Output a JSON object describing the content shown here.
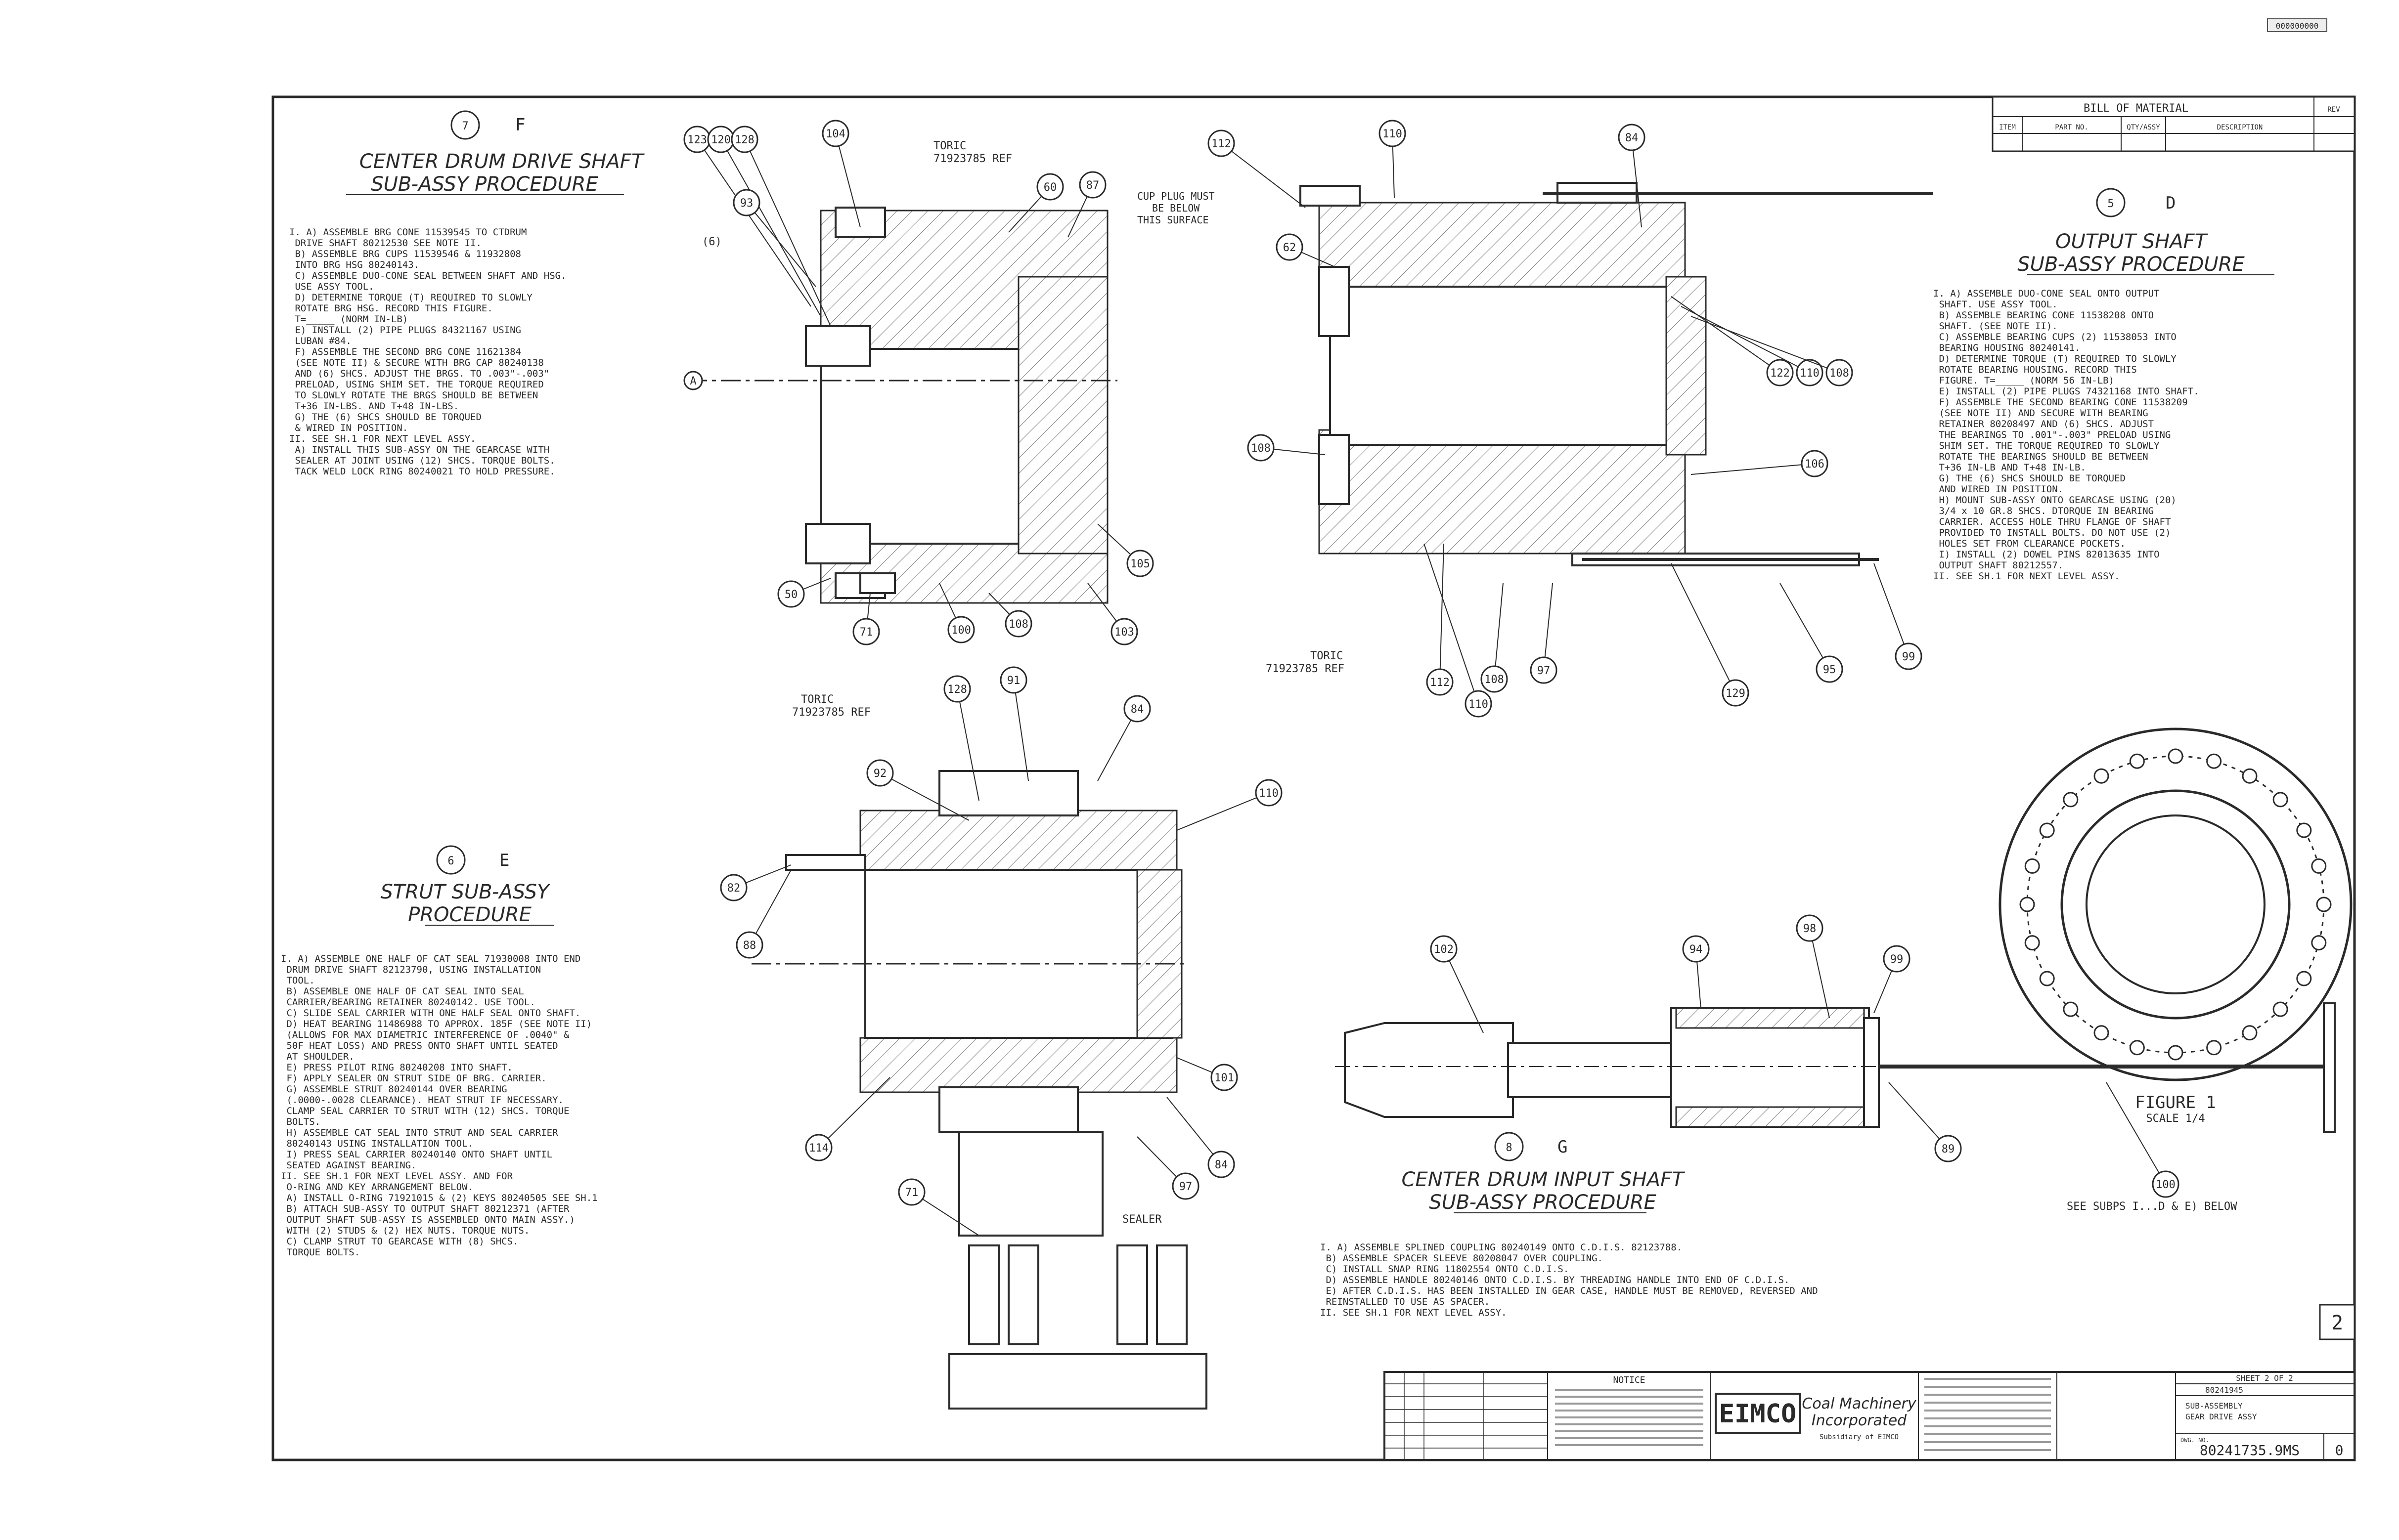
{
  "doc": {
    "corner_stamp": "000000000",
    "sheet_marker": "2"
  },
  "views": {
    "f": {
      "item": "7",
      "letter": "F",
      "title1": "CENTER DRUM DRIVE SHAFT",
      "title2": "SUB-ASSY PROCEDURE",
      "steps": [
        "I. A) ASSEMBLE BRG CONE 11539545 TO CTDRUM",
        "      DRIVE SHAFT 80212530 SEE NOTE II.",
        "   B) ASSEMBLE BRG CUPS 11539546 & 11932808",
        "      INTO BRG HSG 80240143.",
        "   C) ASSEMBLE DUO-CONE SEAL BETWEEN SHAFT AND HSG.",
        "      USE ASSY TOOL.",
        "   D) DETERMINE TORQUE (T) REQUIRED TO SLOWLY",
        "      ROTATE BRG HSG. RECORD THIS FIGURE.",
        "      T=_____ (NORM  IN-LB)",
        "   E) INSTALL (2) PIPE PLUGS 84321167 USING",
        "      LUBAN #84.",
        "   F) ASSEMBLE THE SECOND BRG CONE 11621384",
        "      (SEE NOTE II) & SECURE WITH BRG CAP 80240138",
        "      AND (6) SHCS. ADJUST THE BRGS. TO .003\"-.003\"",
        "      PRELOAD, USING SHIM SET. THE TORQUE REQUIRED",
        "      TO SLOWLY ROTATE THE BRGS SHOULD BE BETWEEN",
        "      T+36 IN-LBS. AND T+48 IN-LBS.",
        "   G) THE (6) SHCS SHOULD BE TORQUED",
        "      & WIRED IN POSITION.",
        "II.   SEE SH.1 FOR NEXT LEVEL ASSY.",
        "   A) INSTALL THIS SUB-ASSY ON THE GEARCASE WITH",
        "      SEALER AT JOINT USING (12) SHCS. TORQUE BOLTS.",
        "      TACK WELD LOCK RING 80240021 TO HOLD PRESSURE."
      ],
      "note_toric": "TORIC",
      "note_toric_pn": "71923785 REF",
      "label_side": "(6)",
      "callouts": [
        "123",
        "120",
        "128",
        "104",
        "60",
        "93",
        "87",
        "50",
        "71",
        "100",
        "108",
        "103",
        "105",
        "A"
      ]
    },
    "d": {
      "item": "5",
      "letter": "D",
      "title1": "OUTPUT SHAFT",
      "title2": "SUB-ASSY PROCEDURE",
      "steps": [
        "I. A) ASSEMBLE DUO-CONE SEAL ONTO OUTPUT",
        "      SHAFT. USE ASSY TOOL.",
        "   B) ASSEMBLE BEARING CONE 11538208 ONTO",
        "      SHAFT. (SEE NOTE II).",
        "   C) ASSEMBLE BEARING CUPS (2) 11538053 INTO",
        "      BEARING HOUSING 80240141.",
        "   D) DETERMINE TORQUE (T) REQUIRED TO SLOWLY",
        "      ROTATE BEARING HOUSING. RECORD THIS",
        "      FIGURE. T=_____ (NORM 56 IN-LB)",
        "   E) INSTALL (2) PIPE PLUGS 74321168 INTO SHAFT.",
        "   F) ASSEMBLE THE SECOND BEARING CONE 11538209",
        "      (SEE NOTE II) AND SECURE WITH BEARING",
        "      RETAINER 80208497 AND (6) SHCS. ADJUST",
        "      THE BEARINGS TO .001\"-.003\" PRELOAD USING",
        "      SHIM SET. THE TORQUE REQUIRED TO SLOWLY",
        "      ROTATE THE BEARINGS SHOULD BE BETWEEN",
        "      T+36 IN-LB AND T+48 IN-LB.",
        "   G) THE (6) SHCS SHOULD BE TORQUED",
        "      AND WIRED IN POSITION.",
        "   H) MOUNT SUB-ASSY ONTO GEARCASE USING (20)",
        "      3/4 x 10 GR.8 SHCS. DTORQUE IN BEARING",
        "      CARRIER. ACCESS HOLE THRU FLANGE OF SHAFT",
        "      PROVIDED TO INSTALL BOLTS. DO NOT USE (2)",
        "      HOLES SET FROM CLEARANCE POCKETS.",
        "   I) INSTALL (2) DOWEL PINS 82013635 INTO",
        "      OUTPUT SHAFT 80212557.",
        "II.   SEE SH.1 FOR NEXT LEVEL ASSY."
      ],
      "note_top": "CUP PLUG MUST",
      "note_top2": "BE BELOW",
      "note_top3": "THIS SURFACE",
      "note_toric": "TORIC",
      "note_toric_pn": "71923785 REF",
      "callouts": [
        "112",
        "110",
        "84",
        "108",
        "122",
        "110",
        "108",
        "106",
        "62",
        "97",
        "108",
        "110",
        "112",
        "129",
        "95",
        "99"
      ]
    },
    "e": {
      "item": "6",
      "letter": "E",
      "title1": "STRUT SUB-ASSY",
      "title2": "PROCEDURE",
      "steps": [
        "I. A) ASSEMBLE ONE HALF OF CAT SEAL 71930008 INTO END",
        "      DRUM DRIVE SHAFT 82123790, USING INSTALLATION",
        "      TOOL.",
        "   B) ASSEMBLE ONE HALF OF CAT SEAL INTO SEAL",
        "      CARRIER/BEARING RETAINER 80240142. USE TOOL.",
        "   C) SLIDE SEAL CARRIER WITH ONE HALF SEAL ONTO SHAFT.",
        "   D) HEAT BEARING 11486988 TO APPROX. 185F (SEE NOTE II)",
        "      (ALLOWS FOR MAX DIAMETRIC INTERFERENCE OF .0040\" &",
        "      50F HEAT LOSS) AND PRESS ONTO SHAFT UNTIL SEATED",
        "      AT SHOULDER.",
        "   E) PRESS PILOT RING 80240208 INTO SHAFT.",
        "   F) APPLY SEALER ON STRUT SIDE OF BRG. CARRIER.",
        "   G) ASSEMBLE STRUT 80240144 OVER BEARING",
        "      (.0000-.0028 CLEARANCE). HEAT STRUT IF NECESSARY.",
        "      CLAMP SEAL CARRIER TO STRUT WITH (12) SHCS. TORQUE",
        "      BOLTS.",
        "   H) ASSEMBLE CAT SEAL INTO STRUT AND SEAL CARRIER",
        "      80240143 USING INSTALLATION TOOL.",
        "   I) PRESS SEAL CARRIER 80240140 ONTO SHAFT UNTIL",
        "      SEATED AGAINST BEARING.",
        "II.   SEE SH.1 FOR NEXT LEVEL ASSY. AND FOR",
        "      O-RING AND KEY ARRANGEMENT BELOW.",
        "   A) INSTALL O-RING 71921015 & (2) KEYS 80240505 SEE SH.1",
        "   B) ATTACH SUB-ASSY TO OUTPUT SHAFT 80212371 (AFTER",
        "      OUTPUT SHAFT SUB-ASSY IS ASSEMBLED ONTO MAIN ASSY.)",
        "      WITH (2) STUDS & (2) HEX NUTS. TORQUE NUTS.",
        "   C) CLAMP STRUT TO GEARCASE WITH (8) SHCS.",
        "      TORQUE BOLTS."
      ],
      "note_toric": "TORIC",
      "note_toric_pn": "71923785 REF",
      "note_sealer": "SEALER",
      "callouts": [
        "82",
        "88",
        "110",
        "92",
        "128",
        "91",
        "84",
        "114",
        "101",
        "84",
        "97",
        "71"
      ]
    },
    "g": {
      "item": "8",
      "letter": "G",
      "title1": "CENTER DRUM INPUT SHAFT",
      "title2": "SUB-ASSY PROCEDURE",
      "steps": [
        "I. A) ASSEMBLE SPLINED COUPLING 80240149 ONTO C.D.I.S. 82123788.",
        "   B) ASSEMBLE SPACER SLEEVE 80208047 OVER COUPLING.",
        "   C) INSTALL SNAP RING 11802554 ONTO C.D.I.S.",
        "   D) ASSEMBLE HANDLE 80240146 ONTO C.D.I.S. BY THREADING HANDLE INTO END OF C.D.I.S.",
        "   E) AFTER C.D.I.S. HAS BEEN INSTALLED IN GEAR CASE, HANDLE MUST BE REMOVED, REVERSED AND",
        "      REINSTALLED TO USE AS SPACER.",
        "II.   SEE SH.1 FOR NEXT LEVEL ASSY."
      ],
      "figure_title": "FIGURE 1",
      "figure_scale": "SCALE  1/4",
      "see_note": "SEE SUBPS I...D & E) BELOW",
      "callouts": [
        "102",
        "94",
        "98",
        "99",
        "89",
        "100"
      ]
    }
  },
  "bom": {
    "title": "BILL OF MATERIAL",
    "headers": [
      "ITEM",
      "PART NO.",
      "QTY/ASSY",
      "DESCRIPTION"
    ],
    "rev_label": "REV"
  },
  "title_block": {
    "notice_title": "NOTICE",
    "company_logo": "EIMCO",
    "company_line1": "Coal Machinery",
    "company_line2": "Incorporated",
    "company_line3": "Subsidiary of EIMCO",
    "sheet_info": "SHEET 2 OF 2",
    "drawing_number_label": "DWG. NO.",
    "drawing_number": "80241735.9MS",
    "drawing_rev": "0",
    "part_ref": "80241945",
    "title_line1": "SUB-ASSEMBLY",
    "title_line2": "GEAR DRIVE ASSY"
  }
}
